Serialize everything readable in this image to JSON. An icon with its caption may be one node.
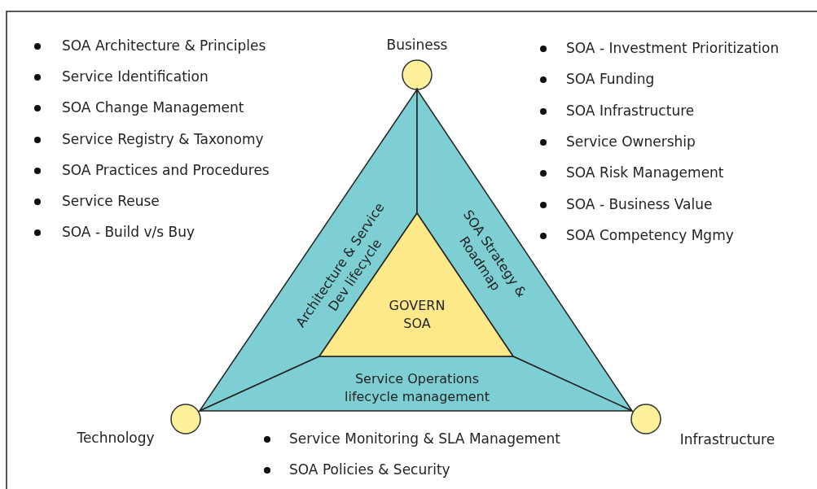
{
  "diagram": {
    "nodes": [
      {
        "text": [
          "Business"
        ]
      },
      {
        "text": [
          "Technology"
        ]
      },
      {
        "text": [
          "Infrastructure"
        ]
      },
      {
        "text": [
          "Architecture & Service Dev lifecycle"
        ]
      },
      {
        "text": [
          "SOA Strategy & Roadmap"
        ]
      },
      {
        "text": [
          "Service Operations lifecycle management"
        ]
      },
      {
        "text": [
          "GOVERN SOA"
        ]
      }
    ],
    "labels": [
      "SOA Architecture & Principles",
      "Service Identification",
      "SOA Change Management",
      "Service Registry & Taxonomy",
      "SOA Practices and Procedures",
      "Service Reuse",
      "SOA - Build v/s Buy",
      "SOA - Investment Prioritization",
      "SOA Funding",
      "SOA Infrastructure",
      "Service Ownership",
      "SOA Risk Management",
      "SOA - Business Value",
      "SOA Competency Mgmy",
      "Service Monitoring & SLA Management",
      "SOA Policies & Security"
    ]
  }
}
